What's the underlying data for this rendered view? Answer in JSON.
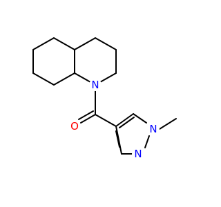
{
  "colors": {
    "background": "#ffffff",
    "bond": "#000000",
    "nitrogen": "#0000ff",
    "oxygen": "#ff0000"
  },
  "atoms": {
    "amide_nitrogen": {
      "label": "N",
      "color": "#0000ff"
    },
    "carbonyl_oxygen": {
      "label": "O",
      "color": "#ff0000"
    },
    "pyrazole_n1": {
      "label": "N",
      "color": "#0000ff"
    },
    "pyrazole_n2": {
      "label": "N",
      "color": "#0000ff"
    }
  }
}
